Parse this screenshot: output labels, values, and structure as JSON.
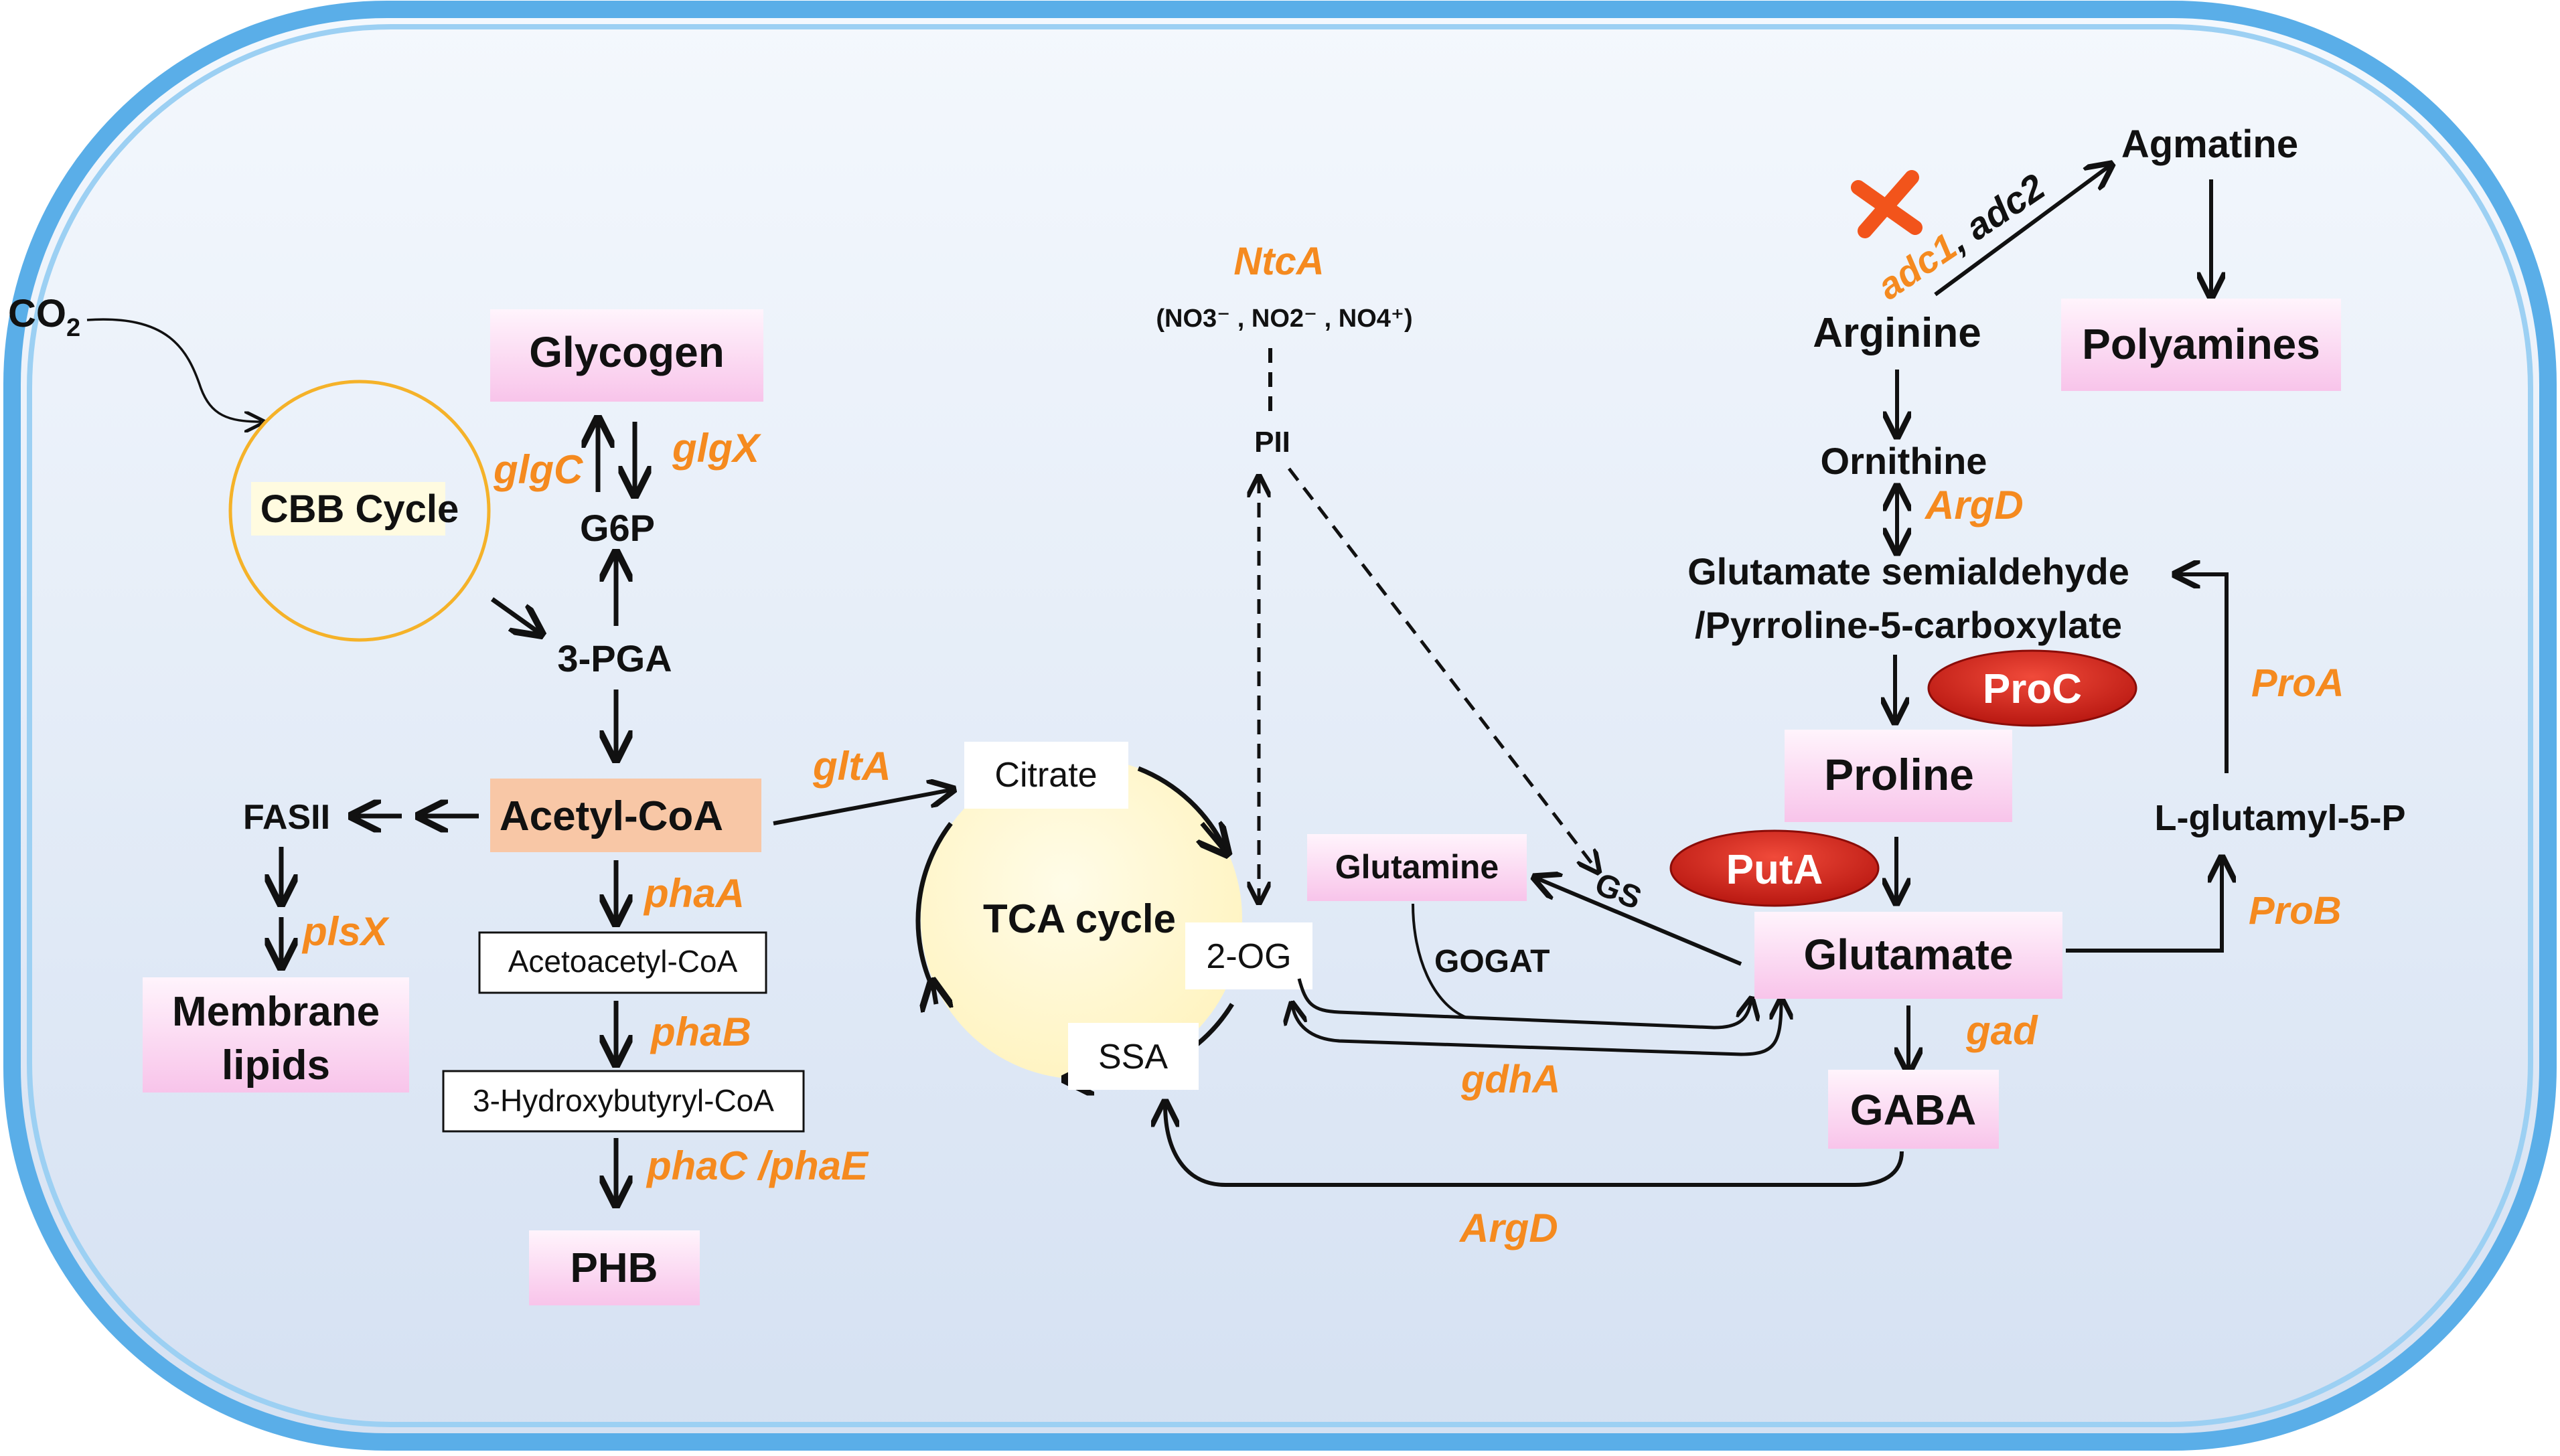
{
  "colors": {
    "membrane": "#5aaee8",
    "cytoplasm_top": "#f3f7fc",
    "cytoplasm_bottom": "#d7e3f3",
    "gene": "#f58a1f",
    "pink_box": "#fbd0ef",
    "acetyl_box": "#f8c7a6",
    "enzyme_red": "#d7261e",
    "inhibit_x": "#f2541b",
    "cbb_ring": "#f5b229",
    "tca_fill": "#fffbe0"
  },
  "metabolites": {
    "co2": "CO2",
    "cbb_cycle": "CBB Cycle",
    "glycogen": "Glycogen",
    "g6p": "G6P",
    "pga": "3-PGA",
    "acetyl_coa": "Acetyl-CoA",
    "fasii": "FASII",
    "membrane_lipids_1": "Membrane",
    "membrane_lipids_2": "lipids",
    "acetoacetyl_coa": "Acetoacetyl-CoA",
    "hydroxybutyryl_coa": "3-Hydroxybutyryl-CoA",
    "phb": "PHB",
    "citrate": "Citrate",
    "tca_cycle": "TCA cycle",
    "two_og": "2-OG",
    "ssa": "SSA",
    "glutamine": "Glutamine",
    "gogat": "GOGAT",
    "gs": "GS",
    "pii": "PII",
    "nitrogen_sources": "(NO3⁻ , NO2⁻ , NO4⁺)",
    "agmatine": "Agmatine",
    "polyamines": "Polyamines",
    "arginine": "Arginine",
    "ornithine": "Ornithine",
    "gsa_line1": "Glutamate semialdehyde",
    "gsa_line2": "/Pyrroline-5-carboxylate",
    "proline": "Proline",
    "glutamate": "Glutamate",
    "gaba": "GABA",
    "glutamyl_5p": "L-glutamyl-5-P"
  },
  "genes": {
    "glgC": "glgC",
    "glgX": "glgX",
    "gltA": "gltA",
    "phaA": "phaA",
    "phaB": "phaB",
    "phaC_phaE": "phaC /phaE",
    "plsX": "plsX",
    "ntcA": "NtcA",
    "gdhA": "gdhA",
    "argD_top": "ArgD",
    "argD_bottom": "ArgD",
    "proA": "ProA",
    "proB": "ProB",
    "gad": "gad",
    "adc1": "adc1",
    "adc_sep": ", ",
    "adc2": "adc2"
  },
  "enzymes": {
    "proC": "ProC",
    "putA": "PutA"
  }
}
